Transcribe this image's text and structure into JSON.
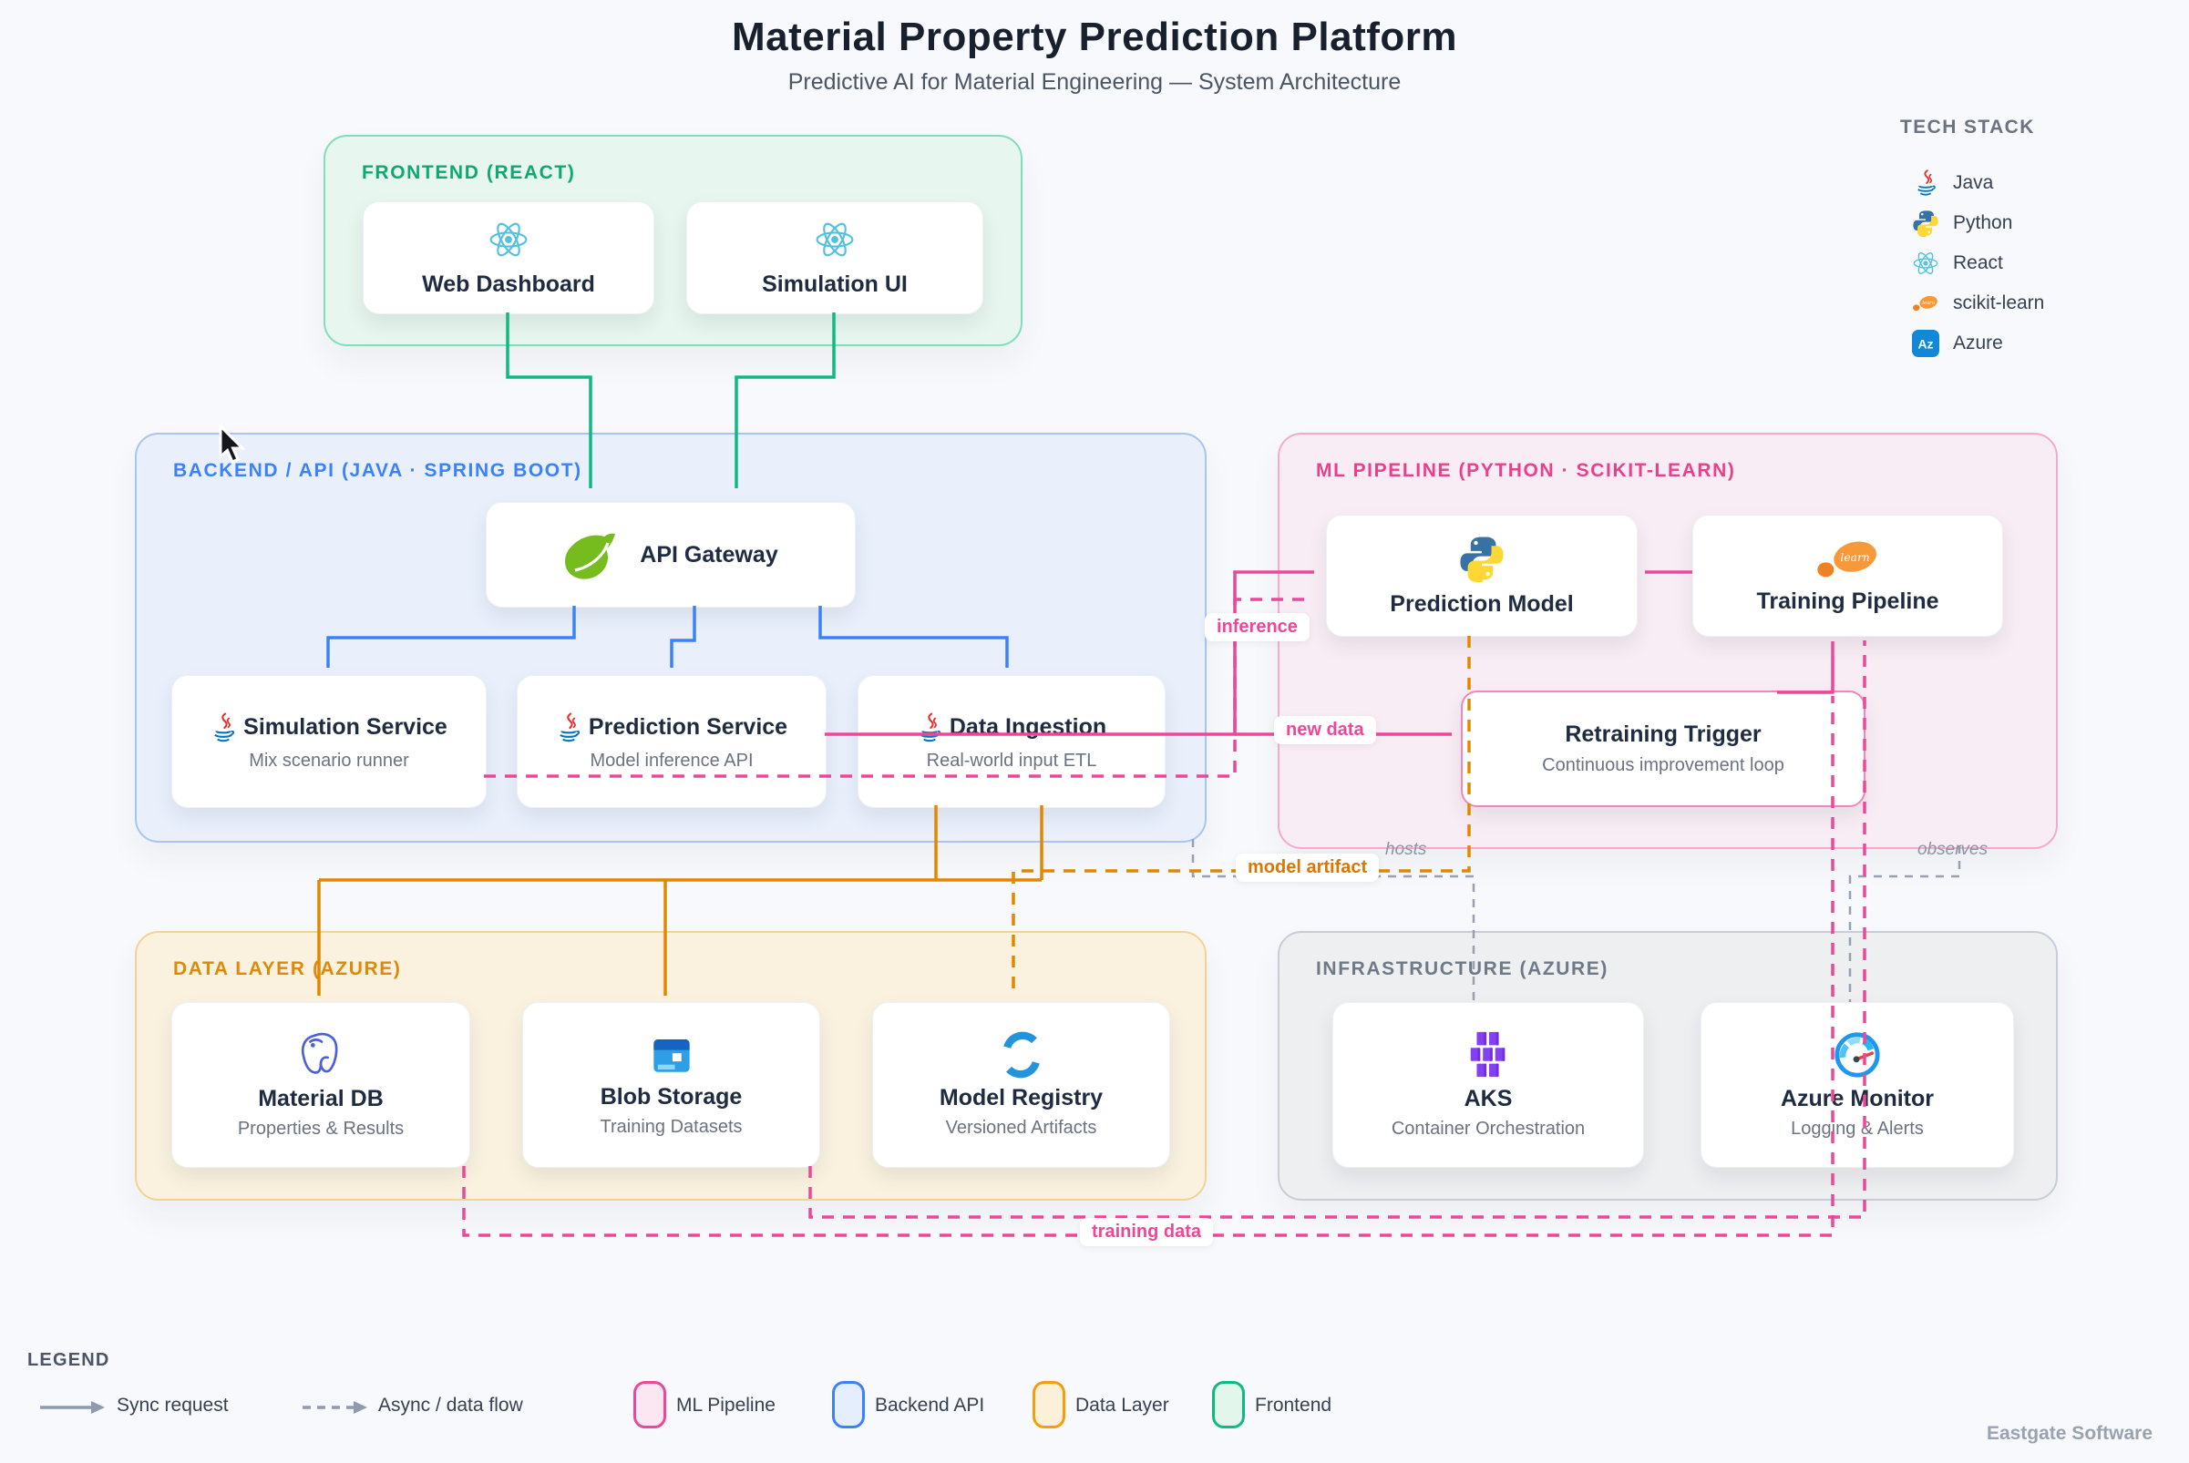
{
  "title": "Material Property Prediction Platform",
  "subtitle": "Predictive AI for Material Engineering — System Architecture",
  "tech_stack": {
    "title": "TECH STACK",
    "items": [
      {
        "icon": "java-icon",
        "label": "Java"
      },
      {
        "icon": "python-icon",
        "label": "Python"
      },
      {
        "icon": "react-icon",
        "label": "React"
      },
      {
        "icon": "sklearn-icon",
        "label": "scikit-learn"
      },
      {
        "icon": "azure-icon",
        "label": "Azure"
      }
    ]
  },
  "sections": {
    "frontend": {
      "label": "FRONTEND (REACT)",
      "accent": "#10b981",
      "cards": [
        {
          "title": "Web Dashboard",
          "icon": "react-icon"
        },
        {
          "title": "Simulation UI",
          "icon": "react-icon"
        }
      ]
    },
    "backend": {
      "label": "BACKEND / API (JAVA · SPRING BOOT)",
      "accent": "#3b82f6",
      "cards": [
        {
          "title": "API Gateway",
          "icon": "spring-icon"
        },
        {
          "title": "Simulation Service",
          "subtitle": "Mix scenario runner",
          "icon": "java-icon"
        },
        {
          "title": "Prediction Service",
          "subtitle": "Model inference API",
          "icon": "java-icon"
        },
        {
          "title": "Data Ingestion",
          "subtitle": "Real-world input ETL",
          "icon": "java-icon"
        }
      ]
    },
    "ml": {
      "label": "ML PIPELINE (PYTHON · SCIKIT-LEARN)",
      "accent": "#ec4899",
      "cards": [
        {
          "title": "Prediction Model",
          "icon": "python-icon"
        },
        {
          "title": "Training Pipeline",
          "icon": "sklearn-icon"
        },
        {
          "title": "Retraining Trigger",
          "subtitle": "Continuous improvement loop"
        }
      ]
    },
    "data": {
      "label": "DATA LAYER (AZURE)",
      "accent": "#d97706",
      "cards": [
        {
          "title": "Material DB",
          "subtitle": "Properties & Results",
          "icon": "postgresql-icon"
        },
        {
          "title": "Blob Storage",
          "subtitle": "Training Datasets",
          "icon": "blob-storage-icon"
        },
        {
          "title": "Model Registry",
          "subtitle": "Versioned Artifacts",
          "icon": "sync-icon"
        }
      ]
    },
    "infra": {
      "label": "INFRASTRUCTURE (AZURE)",
      "accent": "#6b7280",
      "cards": [
        {
          "title": "AKS",
          "subtitle": "Container Orchestration",
          "icon": "aks-icon"
        },
        {
          "title": "Azure Monitor",
          "subtitle": "Logging & Alerts",
          "icon": "gauge-icon"
        }
      ]
    }
  },
  "edge_labels": {
    "inference": "inference",
    "new_data": "new data",
    "model_artifact": "model artifact",
    "training_data": "training data",
    "hosts": "hosts",
    "observes": "observes"
  },
  "edge_colors": {
    "sync_frontend": "#10b981",
    "sync_backend": "#3b82f6",
    "ml_flow": "#ec4899",
    "data_flow": "#e18700",
    "async_gray": "#97a1b0"
  },
  "legend": {
    "title": "LEGEND",
    "sync": "Sync request",
    "async": "Async / data flow",
    "swatches": [
      {
        "label": "ML Pipeline",
        "color": "#ec4899"
      },
      {
        "label": "Backend API",
        "color": "#3b82f6"
      },
      {
        "label": "Data Layer",
        "color": "#f59e0b"
      },
      {
        "label": "Frontend",
        "color": "#10b981"
      }
    ]
  },
  "footer": "Eastgate Software"
}
